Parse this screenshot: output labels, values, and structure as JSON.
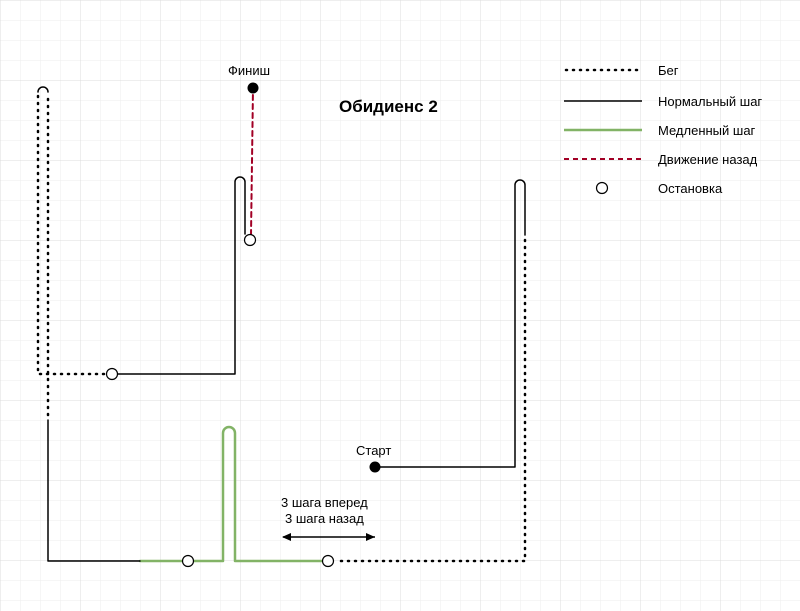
{
  "title": "Обидиенс 2",
  "labels": {
    "finish": "Финиш",
    "start": "Старт",
    "note_line1": "3 шага вперед",
    "note_line2": "3 шага назад"
  },
  "legend": [
    {
      "key": "run",
      "label": "Бег",
      "style": "dotted",
      "color": "#000000"
    },
    {
      "key": "normal",
      "label": "Нормальный шаг",
      "style": "solid",
      "color": "#000000"
    },
    {
      "key": "slow",
      "label": "Медленный шаг",
      "style": "solid",
      "color": "#82b366"
    },
    {
      "key": "back",
      "label": "Движение назад",
      "style": "dashed",
      "color": "#a20025"
    },
    {
      "key": "stop",
      "label": "Остановка",
      "style": "circle",
      "color": "#000000"
    }
  ],
  "colors": {
    "grid": "#e6e6e6",
    "line": "#000000",
    "slow": "#82b366",
    "back": "#a20025"
  }
}
